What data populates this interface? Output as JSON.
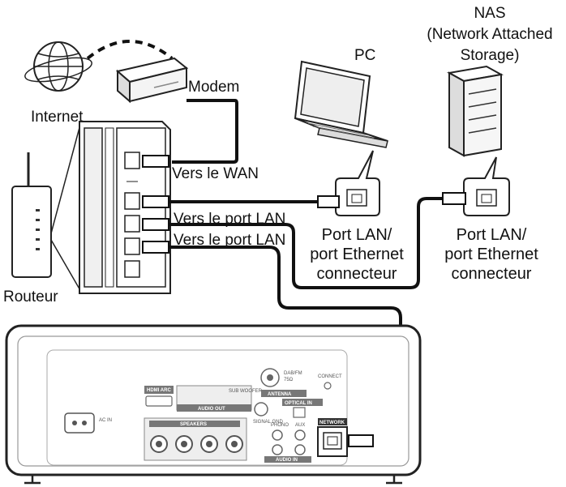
{
  "labels": {
    "internet": "Internet",
    "modem": "Modem",
    "router": "Routeur",
    "pc": "PC",
    "nas_line1": "NAS",
    "nas_line2": "(Network Attached",
    "nas_line3": "Storage)",
    "to_wan": "Vers le WAN",
    "to_lan_1": "Vers le port LAN",
    "to_lan_2": "Vers le port LAN",
    "pc_port_line1": "Port LAN/",
    "pc_port_line2": "port Ethernet",
    "pc_port_line3": "connecteur",
    "nas_port_line1": "Port LAN/",
    "nas_port_line2": "port Ethernet",
    "nas_port_line3": "connecteur"
  },
  "device_panel": {
    "hdmi_arc": "HDMI ARC",
    "audio_out": "AUDIO OUT",
    "sub_woofer": "SUB WOOFER",
    "antenna": "ANTENNA",
    "dab_fm": "DAB/FM",
    "ohm": "75Ω",
    "connect": "CONNECT",
    "optical_in": "OPTICAL IN",
    "speakers": "SPEAKERS",
    "phono": "PHONO",
    "aux": "AUX",
    "audio_in": "AUDIO IN",
    "network": "NETWORK",
    "ac_in": "AC IN",
    "signal_gnd": "SIGNAL GND"
  }
}
